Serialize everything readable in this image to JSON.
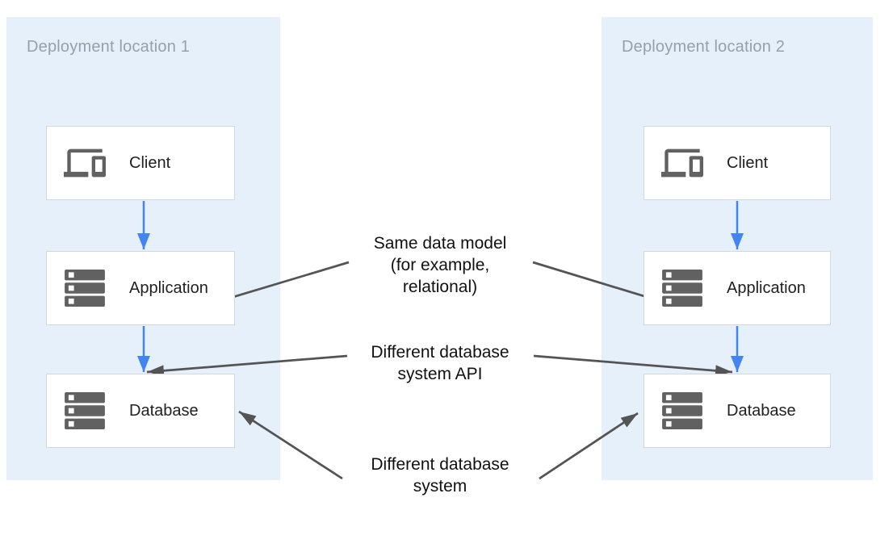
{
  "panels": [
    {
      "title": "Deployment location 1",
      "boxes": [
        {
          "label": "Client",
          "icon": "devices-icon"
        },
        {
          "label": "Application",
          "icon": "server-stack-icon"
        },
        {
          "label": "Database",
          "icon": "server-stack-icon"
        }
      ]
    },
    {
      "title": "Deployment location 2",
      "boxes": [
        {
          "label": "Client",
          "icon": "devices-icon"
        },
        {
          "label": "Application",
          "icon": "server-stack-icon"
        },
        {
          "label": "Database",
          "icon": "server-stack-icon"
        }
      ]
    }
  ],
  "flow_arrows": [
    {
      "from": "Client",
      "to": "Application",
      "location": "both",
      "color": "blue"
    },
    {
      "from": "Application",
      "to": "Database",
      "location": "both",
      "color": "blue"
    }
  ],
  "annotations": [
    {
      "name": "same-data-model",
      "lines": [
        "Same data model",
        "(for example,",
        "relational)"
      ],
      "points_to": [
        "location-1-application",
        "location-2-application"
      ]
    },
    {
      "name": "different-database-system-api",
      "lines": [
        "Different database",
        "system API"
      ],
      "points_to": [
        "location-1-database",
        "location-2-database"
      ]
    },
    {
      "name": "different-database-system",
      "lines": [
        "Different database",
        "system"
      ],
      "points_to": [
        "location-1-database",
        "location-2-database"
      ]
    }
  ],
  "colors": {
    "panel_background": "#e6f0fb",
    "panel_title": "#95a0a9",
    "box_background": "#ffffff",
    "box_border": "#d7d7d7",
    "box_label": "#212121",
    "icon_gray": "#616161",
    "flow_arrow_blue": "#4284f4",
    "annotation_arrow_gray": "#545454",
    "annotation_text": "#111111"
  }
}
